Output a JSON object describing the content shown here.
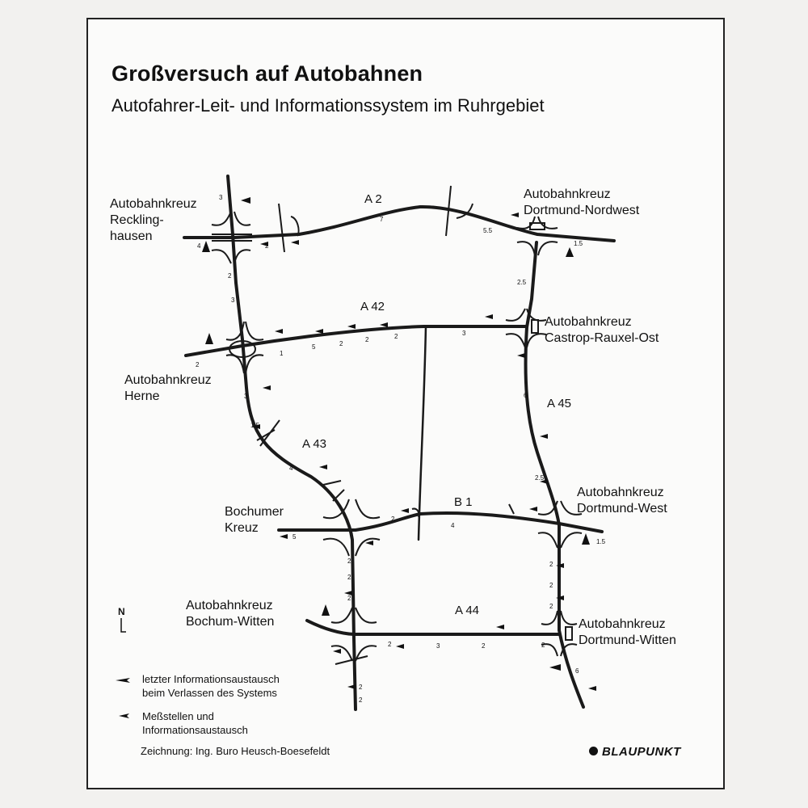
{
  "header": {
    "title": "Großversuch auf Autobahnen",
    "subtitle": "Autofahrer-Leit- und Informationssystem im Ruhrgebiet"
  },
  "interchanges": {
    "recklinghausen": [
      "Autobahnkreuz",
      "Reckling-",
      "hausen"
    ],
    "dortmund_nordwest": [
      "Autobahnkreuz",
      "Dortmund-Nordwest"
    ],
    "castrop_rauxel_ost": [
      "Autobahnkreuz",
      "Castrop-Rauxel-Ost"
    ],
    "herne": [
      "Autobahnkreuz",
      "Herne"
    ],
    "dortmund_west": [
      "Autobahnkreuz",
      "Dortmund-West"
    ],
    "bochumer_kreuz": [
      "Bochumer",
      "Kreuz"
    ],
    "bochum_witten": [
      "Autobahnkreuz",
      "Bochum-Witten"
    ],
    "dortmund_witten": [
      "Autobahnkreuz",
      "Dortmund-Witten"
    ]
  },
  "roads": {
    "a2": "A 2",
    "a42": "A 42",
    "a43": "A 43",
    "a45": "A 45",
    "b1": "B 1",
    "a44": "A 44"
  },
  "distances": [
    "3",
    "4",
    "2",
    "2",
    "3",
    "7",
    "5.5",
    "1.5",
    "2.5",
    "2",
    "1",
    "5",
    "2",
    "2",
    "2",
    "3",
    "3",
    "1.5",
    "4",
    "2",
    "6",
    "2.5",
    "5",
    "4",
    "1.5",
    "2",
    "2",
    "2",
    "2",
    "2",
    "2",
    "2",
    "3",
    "2",
    "2",
    "2",
    "6",
    "2"
  ],
  "compass": "N",
  "legend": {
    "item1": [
      "letzter Informationsaustausch",
      "beim Verlassen des Systems"
    ],
    "item2": [
      "Meßstellen und",
      "Informationsaustausch"
    ]
  },
  "credit": "Zeichnung: Ing. Buro Heusch-Boesefeldt",
  "brand": "BLAUPUNKT"
}
